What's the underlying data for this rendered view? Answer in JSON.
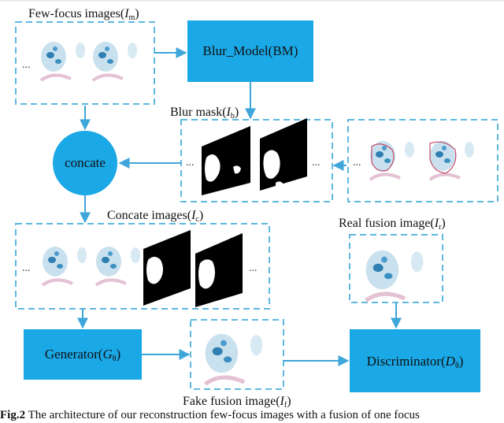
{
  "labels": {
    "few_focus": "Few-focus images(",
    "few_focus_sym": "I",
    "few_focus_sub": "m",
    "few_focus_close": ")",
    "blur_mask": "Blur mask(",
    "blur_mask_sym": "I",
    "blur_mask_sub": "b",
    "blur_mask_close": ")",
    "concate_images": "Concate images(",
    "concate_images_sym": "I",
    "concate_images_sub": "c",
    "concate_images_close": ")",
    "real_fusion": "Real fusion image(",
    "real_fusion_sym": "I",
    "real_fusion_sub": "r",
    "real_fusion_close": ")",
    "fake_fusion": "Fake fusion image(",
    "fake_fusion_sym": "I",
    "fake_fusion_sub": "f",
    "fake_fusion_close": ")"
  },
  "blocks": {
    "blur_model": "Blur_Model(BM)",
    "concate": "concate",
    "generator": "Generator(",
    "generator_sym": "G",
    "generator_sub": "θ",
    "generator_close": ")",
    "discriminator": "Discriminator(",
    "discriminator_sym": "D",
    "discriminator_sub": "θ",
    "discriminator_close": ")"
  },
  "ellipsis": "...",
  "caption": {
    "prefix": "Fig.2",
    "text": " The architecture of our reconstruction few-focus images with a fusion of one focus"
  },
  "colors": {
    "block_fill": "#1aa8e6",
    "dash_stroke": "#5fb8e0",
    "arrow": "#3ea6d9"
  }
}
